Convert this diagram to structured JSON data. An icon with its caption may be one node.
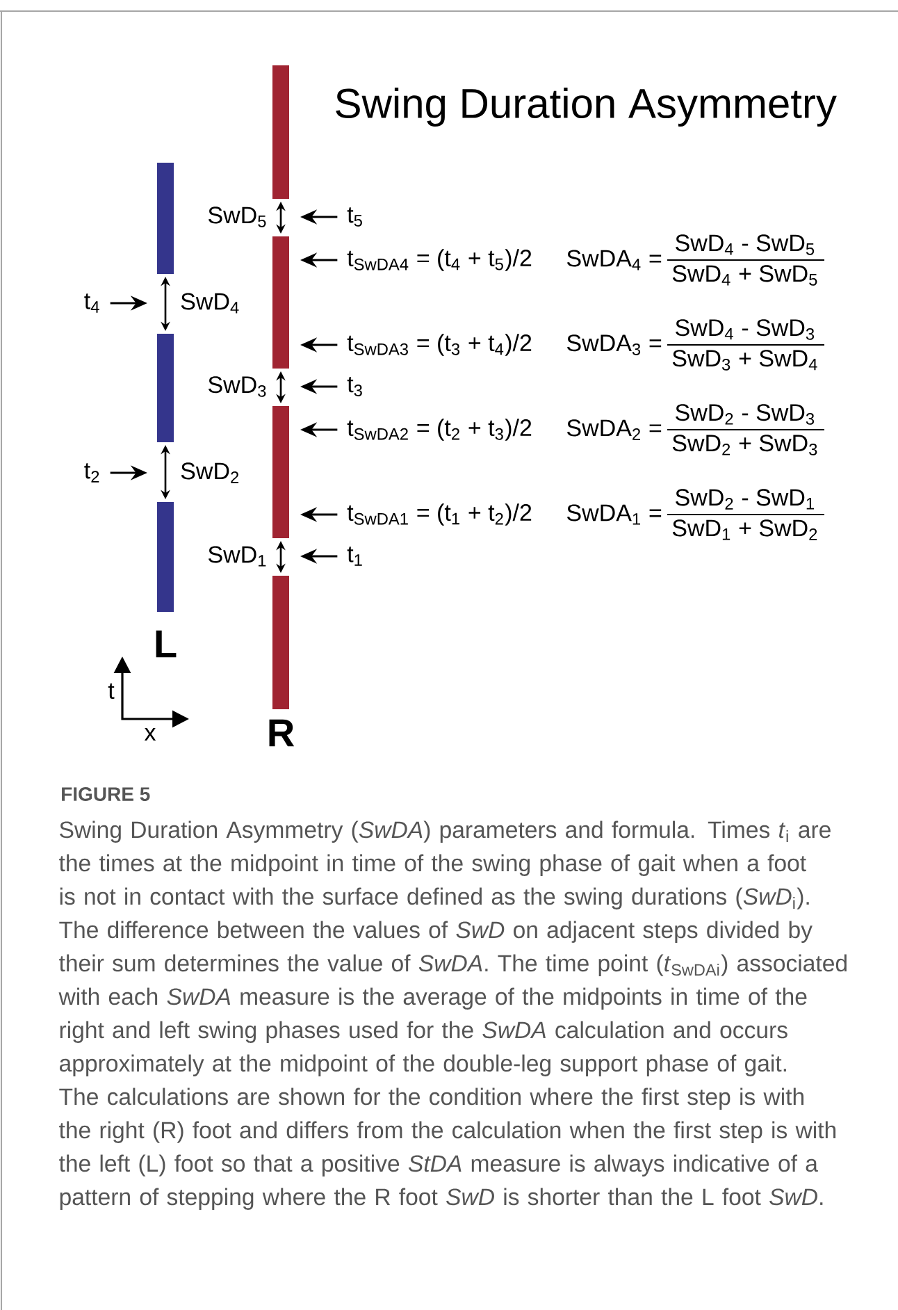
{
  "diagram": {
    "title": "Swing Duration Asymmetry",
    "caption": "Swing Duration Asymmetry (*SwDA*) parameters and formula. Times *t*$_{i}$ are the times at the midpoint in time of the swing phase of gait when a foot is not in contact with the surface defined as the swing durations (*SwD*$_{i}$). The difference between the values of *SwD* on adjacent steps divided by their sum determines the value of *SwDA*. The time point (*t*$_{SwDAi}$) associated with each *SwDA* measure is the average of the midpoints in time of the right and left swing phases used for the *SwDA* calculation and occurs approximately at the midpoint of the double-leg support phase of gait. The calculations are shown for the condition where the first step is with the right (R) foot and differs from the calculation when the first step is with the left (L) foot so that a positive *StDA* measure is always indicative of a pattern of stepping where the R foot *SwD* is shorter than the L foot *SwD*.",
    "nodes": [
      {
        "text": [
          "t$_{5}$"
        ]
      },
      {
        "text": [
          "t$_{SwDA4}$ = (t$_{4}$ + t$_{5}$)/2"
        ]
      },
      {
        "text": [
          "t$_{4}$"
        ]
      },
      {
        "text": [
          "t$_{SwDA3}$ = (t$_{3}$ + t$_{4}$)/2"
        ]
      },
      {
        "text": [
          "t$_{3}$"
        ]
      },
      {
        "text": [
          "t$_{SwDA2}$ = (t$_{2}$ + t$_{3}$)/2"
        ]
      },
      {
        "text": [
          "t$_{2}$"
        ]
      },
      {
        "text": [
          "t$_{SwDA1}$ = (t$_{1}$ + t$_{2}$)/2"
        ]
      },
      {
        "text": [
          "t$_{1}$"
        ]
      }
    ],
    "edges": [
      {
        "from": 0,
        "to": null,
        "arrow": "to"
      },
      {
        "from": 1,
        "to": null,
        "arrow": "to"
      },
      {
        "from": 2,
        "to": null,
        "arrow": "to"
      },
      {
        "from": 3,
        "to": null,
        "arrow": "to"
      },
      {
        "from": 4,
        "to": null,
        "arrow": "to"
      },
      {
        "from": 5,
        "to": null,
        "arrow": "to"
      },
      {
        "from": 6,
        "to": null,
        "arrow": "to"
      },
      {
        "from": 7,
        "to": null,
        "arrow": "to"
      },
      {
        "from": 8,
        "to": null,
        "arrow": "to"
      }
    ],
    "labels": [
      "SwD$_{5}$",
      "SwD$_{4}$",
      "SwD$_{3}$",
      "SwD$_{2}$",
      "SwD$_{1}$",
      "SwDA$_{4}$ =",
      "SwD$_{4}$ - SwD$_{5}$",
      "SwD$_{4}$ + SwD$_{5}$",
      "SwDA$_{3}$ =",
      "SwD$_{4}$ - SwD$_{3}$",
      "SwD$_{3}$ + SwD$_{4}$",
      "SwDA$_{2}$ =",
      "SwD$_{2}$ - SwD$_{3}$",
      "SwD$_{2}$ + SwD$_{3}$",
      "SwDA$_{1}$ =",
      "SwD$_{2}$ - SwD$_{1}$",
      "SwD$_{1}$ + SwD$_{2}$",
      "L",
      "t",
      "x",
      "R",
      "FIGURE 5"
    ]
  }
}
